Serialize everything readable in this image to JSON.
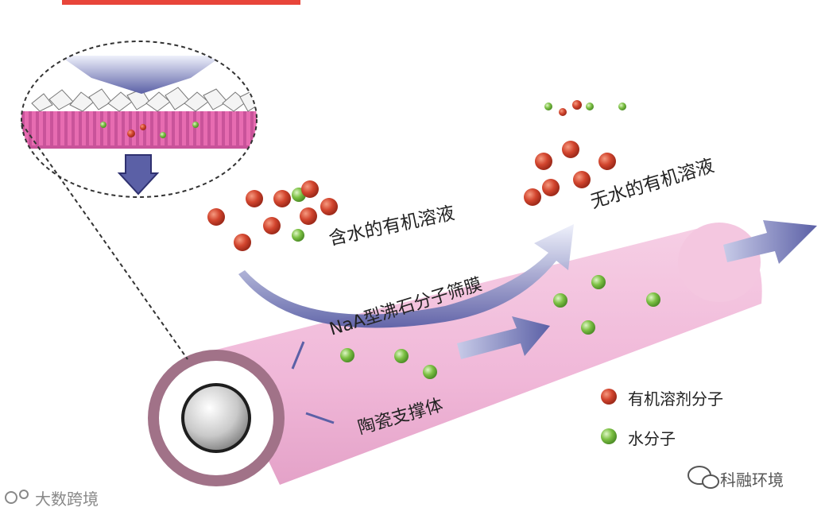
{
  "labels": {
    "feed": "含水的有机溶液",
    "product": "无水的有机溶液",
    "membrane": "NaA型沸石分子筛膜",
    "support": "陶瓷支撑体"
  },
  "legend": [
    {
      "text": "有机溶剂分子",
      "color": "#d2452e"
    },
    {
      "text": "水分子",
      "color": "#7cc043"
    }
  ],
  "watermarks": {
    "left": "大数跨境",
    "right": "科融环境"
  },
  "colors": {
    "tube_pink": "#f2bfdc",
    "tube_ring": "#a17288",
    "arrow_blue": "#5b60a6",
    "organic": "#d2452e",
    "water": "#7cc043"
  }
}
